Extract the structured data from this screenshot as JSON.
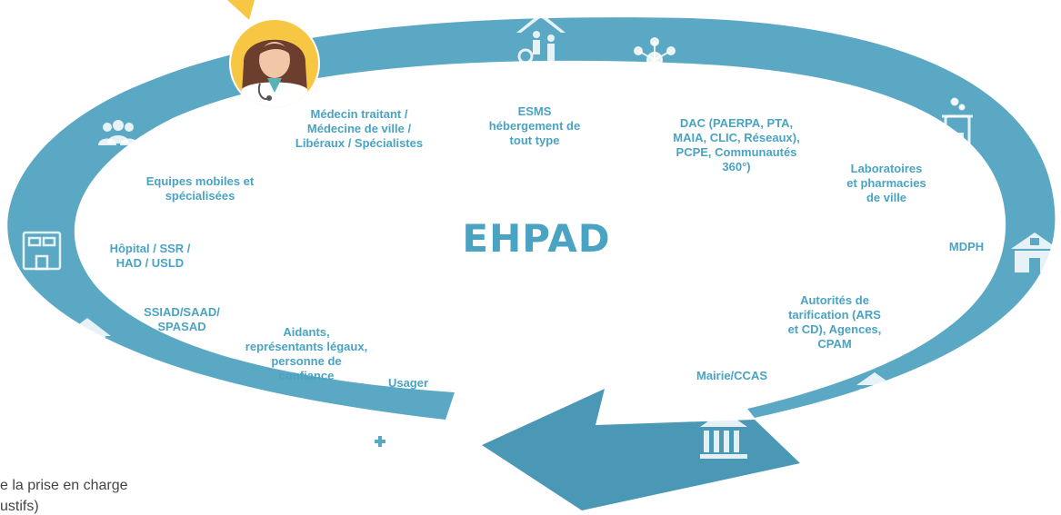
{
  "colors": {
    "ring": "#5ba8c4",
    "ring_dark": "#4a98b5",
    "icon": "rgba(255,255,255,0.85)",
    "text": "#4aa3c2",
    "avatar_bg": "#f7c744"
  },
  "center_title": "EHPAD",
  "labels": {
    "medecin": "Médecin traitant /\nMédecine de ville /\nLibéraux / Spécialistes",
    "esms": "ESMS\nhébergement de\ntout type",
    "dac": "DAC (PAERPA, PTA,\nMAIA, CLIC, Réseaux),\nPCPE, Communautés\n360°)",
    "laboratoires": "Laboratoires\net pharmacies\nde ville",
    "mdph": "MDPH",
    "autorites": "Autorités de\ntarification (ARS\net CD), Agences,\nCPAM",
    "mairie": "Mairie/CCAS",
    "usager": "Usager",
    "aidants": "Aidants,\nreprésentants légaux,\npersonne de\nconfiance",
    "ssiad": "SSIAD/SAAD/\nSPASAD",
    "hopital": "Hôpital / SSR /\nHAD / USLD",
    "equipes": "Equipes mobiles et\nspécialisées"
  },
  "caption": {
    "line1": "e la prise en charge",
    "line2": "ustifs)"
  },
  "icons": [
    "doctor-avatar",
    "house-elderly-icon",
    "network-icon",
    "lab-flask-icon",
    "hospital-building-icon",
    "city-hall-icon",
    "institution-icon",
    "usager-person-icon",
    "handshake-icon",
    "home-icon",
    "hospital-icon",
    "group-icon"
  ]
}
